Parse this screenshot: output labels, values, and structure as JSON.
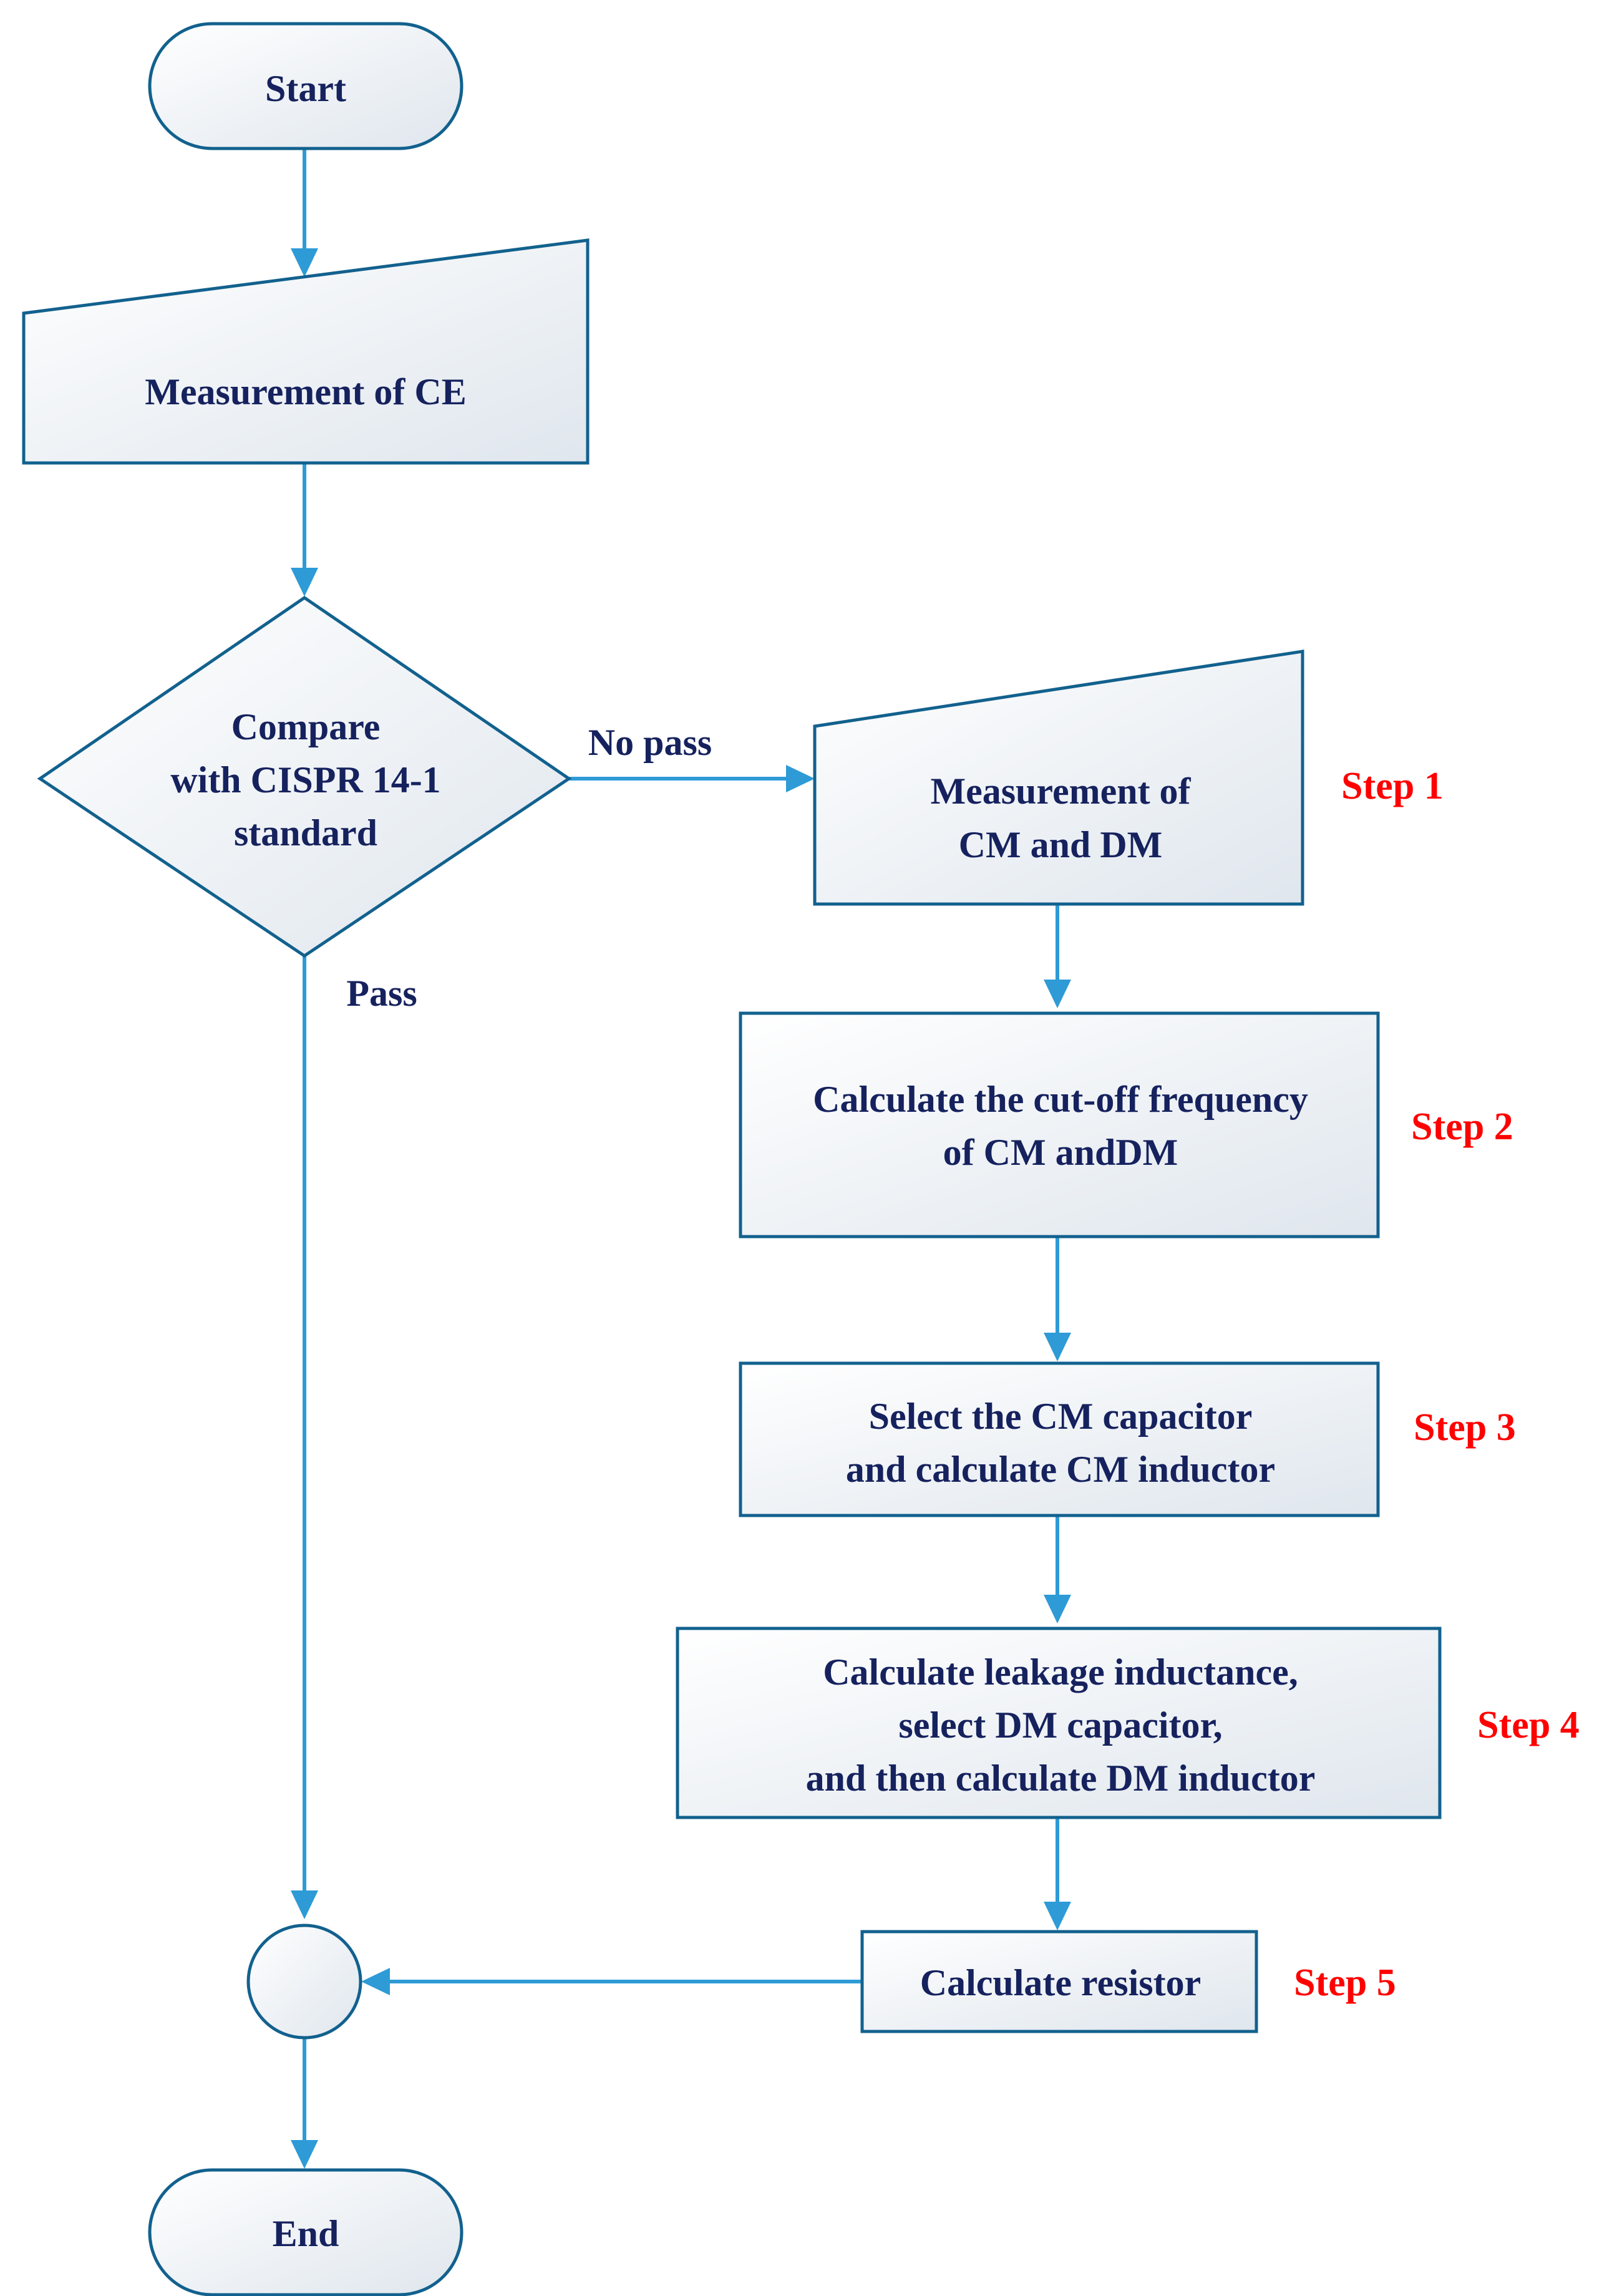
{
  "nodes": {
    "start": [
      "Start"
    ],
    "measure_ce": [
      "Measurement of CE"
    ],
    "compare": [
      "Compare",
      "with CISPR 14-1",
      "standard"
    ],
    "measure_cm_dm": [
      "Measurement of",
      "CM and DM"
    ],
    "calc_cutoff": [
      "Calculate the cut-off frequency",
      "of CM andDM"
    ],
    "select_cm": [
      "Select the CM capacitor",
      "and calculate CM inductor"
    ],
    "calc_leakage": [
      "Calculate leakage inductance,",
      "select DM capacitor,",
      "and then calculate DM inductor"
    ],
    "calc_resistor": [
      "Calculate resistor"
    ],
    "end": [
      "End"
    ]
  },
  "edge_labels": {
    "no_pass": "No pass",
    "pass": "Pass"
  },
  "steps": {
    "step1": "Step 1",
    "step2": "Step 2",
    "step3": "Step 3",
    "step4": "Step 4",
    "step5": "Step 5"
  },
  "colors": {
    "edge": "#2e9bd6",
    "border": "#12618e",
    "text": "#16225e",
    "step": "#ff0000",
    "fill_light": "#ffffff",
    "fill_dark": "#dfe6ed"
  }
}
